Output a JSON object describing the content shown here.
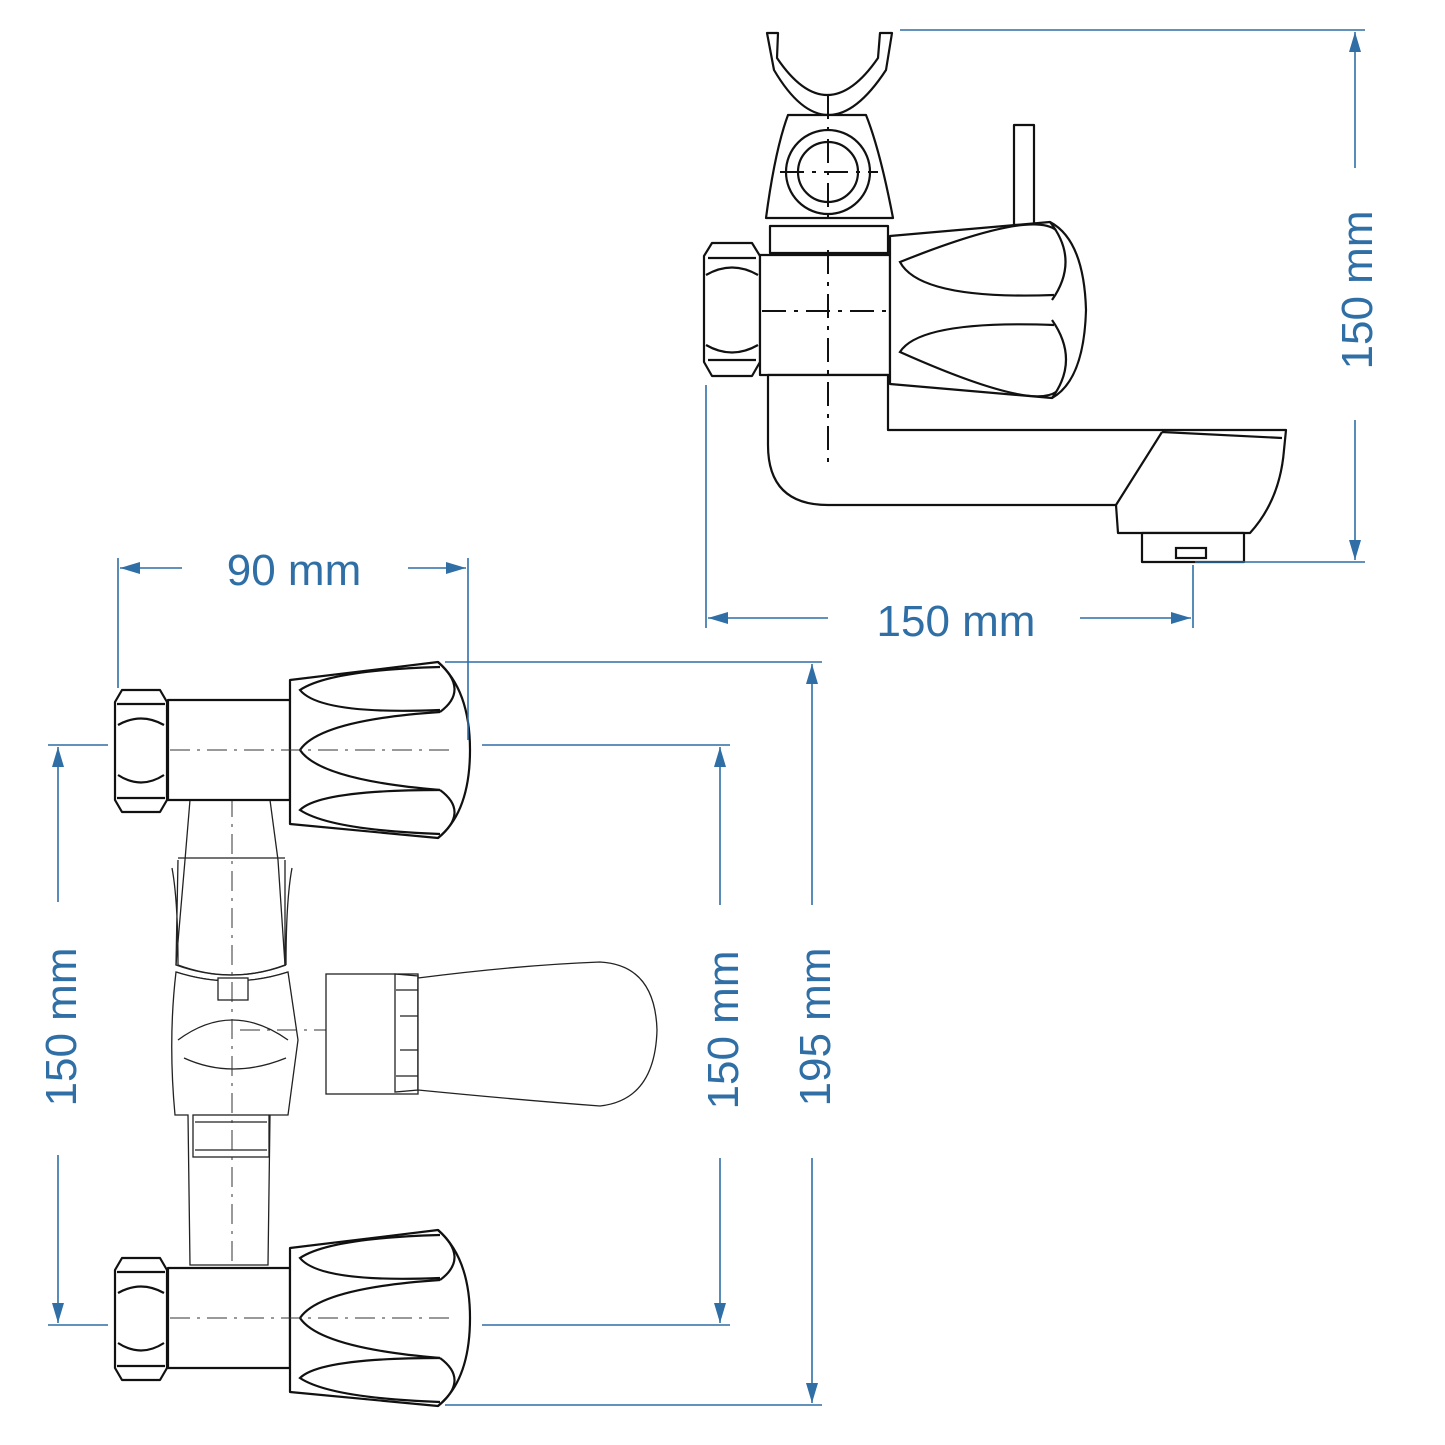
{
  "colors": {
    "dimension": "#2f6fa6",
    "outline": "#111111",
    "background": "#ffffff"
  },
  "dimensions": {
    "side_height": "150 mm",
    "side_depth": "150 mm",
    "front_depth": "90 mm",
    "front_center_left": "150 mm",
    "front_center_right": "150 mm",
    "front_overall_height": "195 mm"
  }
}
